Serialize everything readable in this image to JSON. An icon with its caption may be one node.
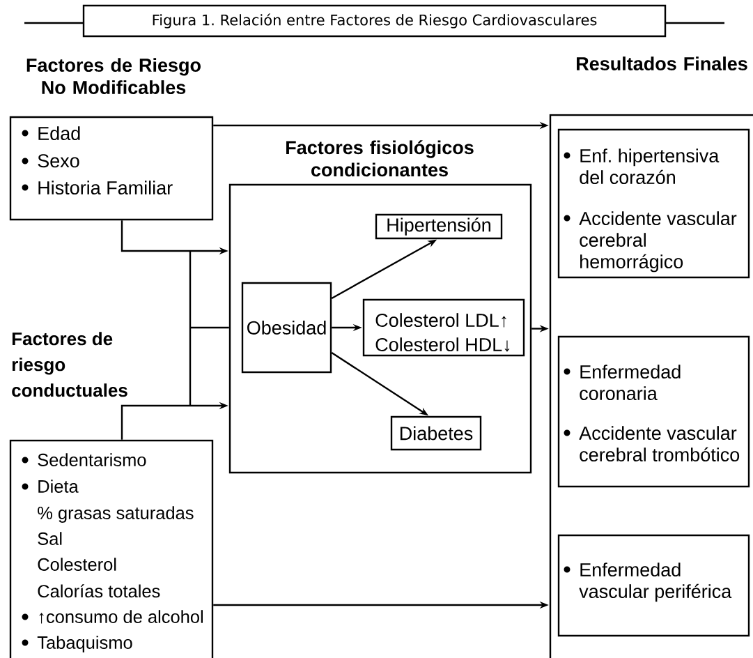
{
  "diagram": {
    "title": "Figura 1.  Relación entre Factores de Riesgo Cardiovasculares",
    "nodes": [
      {
        "text": [
          "Factores de Riesgo No Modificables",
          "Edad",
          "Sexo",
          "Historia Familiar"
        ]
      },
      {
        "text": [
          "Factores fisiológicos condicionantes"
        ]
      },
      {
        "text": [
          "Obesidad"
        ],
        "in": 1
      },
      {
        "text": [
          "Hipertensión"
        ],
        "in": 1
      },
      {
        "text": [
          "Colesterol LDL↑",
          "Colesterol HDL↓"
        ],
        "in": 1
      },
      {
        "text": [
          "Diabetes"
        ],
        "in": 1
      },
      {
        "text": [
          "Sedentarismo",
          "Dieta",
          "% grasas saturadas",
          "Sal",
          "Colesterol",
          "Calorías totales",
          "↑consumo de alcohol",
          "Tabaquismo"
        ]
      },
      {
        "text": [
          "Resultados Finales"
        ]
      },
      {
        "text": [
          "Enf. hipertensiva del corazón",
          "Accidente vascular cerebral hemorrágico"
        ],
        "in": 7
      },
      {
        "text": [
          "Enfermedad coronaria",
          "Accidente vascular cerebral trombótico"
        ],
        "in": 7
      },
      {
        "text": [
          "Enfermedad vascular periférica"
        ],
        "in": 7
      }
    ],
    "edges": [
      {
        "from": 0,
        "to": 7,
        "arrow": "to"
      },
      {
        "from": 0,
        "to": 1,
        "arrow": "to"
      },
      {
        "from": 6,
        "to": 1,
        "arrow": "to"
      },
      {
        "from": 2,
        "to": 3,
        "arrow": "to"
      },
      {
        "from": 2,
        "to": 4,
        "arrow": "to"
      },
      {
        "from": 2,
        "to": 5,
        "arrow": "to"
      },
      {
        "from": 1,
        "to": 7,
        "arrow": "to"
      },
      {
        "from": 6,
        "to": 7,
        "arrow": "to"
      }
    ],
    "labels": [
      "Factores de riesgo conductuales"
    ]
  }
}
